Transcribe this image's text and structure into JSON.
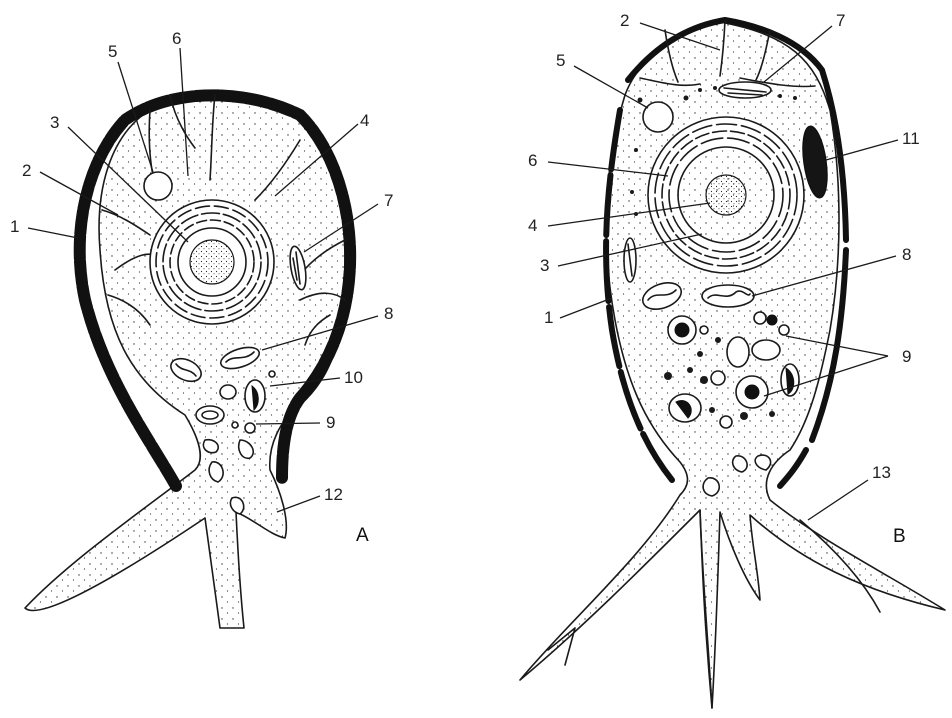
{
  "figure": {
    "panels": [
      {
        "id": "A",
        "label": "A",
        "callouts": [
          "1",
          "2",
          "3",
          "4",
          "5",
          "6",
          "7",
          "8",
          "9",
          "10",
          "12"
        ]
      },
      {
        "id": "B",
        "label": "B",
        "callouts": [
          "1",
          "2",
          "3",
          "4",
          "5",
          "6",
          "7",
          "8",
          "9",
          "11",
          "13"
        ]
      }
    ]
  },
  "colors": {
    "ink": "#1a1a1a",
    "background": "#ffffff"
  }
}
